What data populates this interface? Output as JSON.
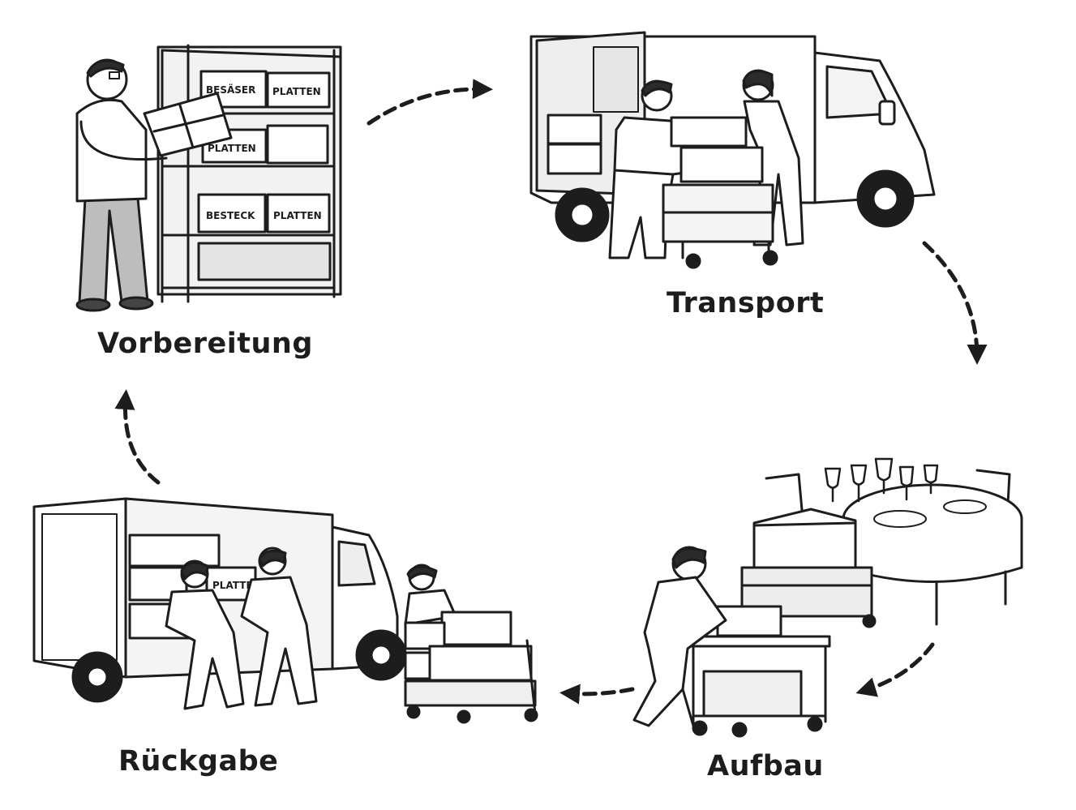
{
  "steps": [
    {
      "label": "Vorbereitung"
    },
    {
      "label": "Transport"
    },
    {
      "label": "Aufbau"
    },
    {
      "label": "Rückgabe"
    }
  ],
  "shelf_boxes": {
    "top_left": "BESÄSER",
    "top_right": "PLATTEN",
    "middle": "PLATTEN",
    "bottom_left": "BESTECK",
    "bottom_right": "PLATTEN"
  },
  "return_truck_box": "PLATTEN",
  "icons": [
    "person-icon",
    "shelf-icon",
    "truck-icon",
    "trolley-icon",
    "table-icon",
    "wine-glass-icon",
    "box-icon",
    "arrow-icon"
  ],
  "colors": {
    "ink": "#1d1d1d",
    "shade": "#d9d9d9",
    "paper": "#ffffff"
  }
}
